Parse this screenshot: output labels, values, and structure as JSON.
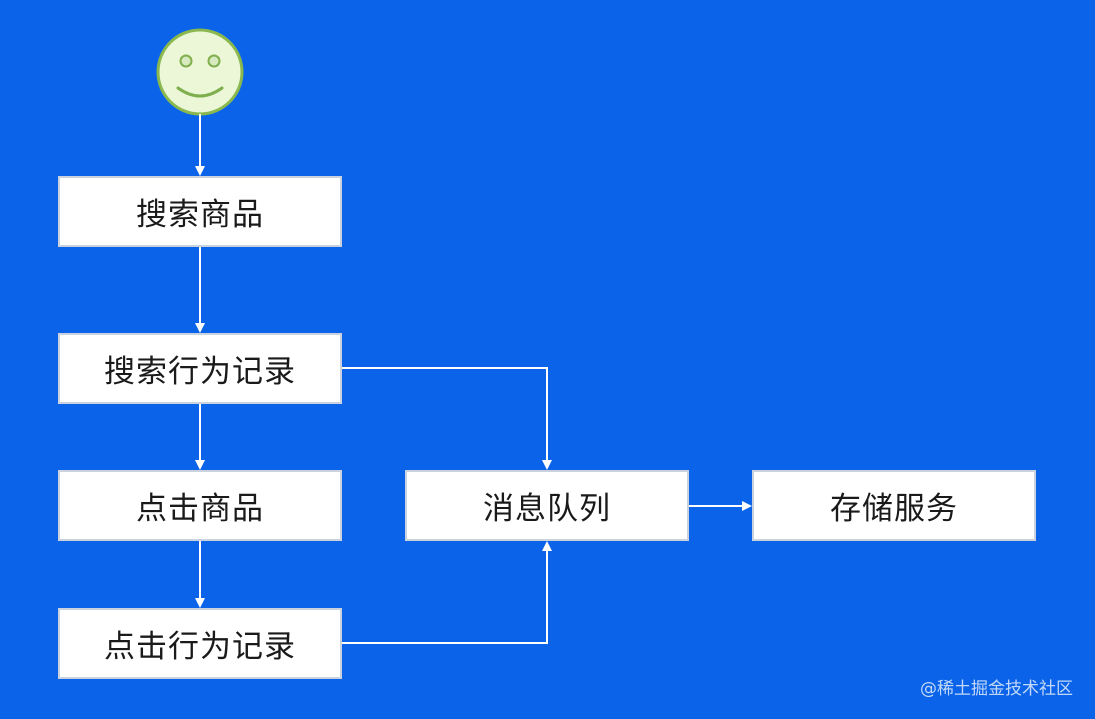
{
  "nodes": {
    "search_product": "搜索商品",
    "search_log": "搜索行为记录",
    "click_product": "点击商品",
    "click_log": "点击行为记录",
    "message_queue": "消息队列",
    "storage_service": "存储服务"
  },
  "actor": {
    "icon": "smiley-face-icon"
  },
  "watermark": "@稀土掘金技术社区",
  "colors": {
    "background": "#0a63e8",
    "node_fill": "#ffffff",
    "connector": "#ffffff",
    "smiley_fill": "#ecf7d8",
    "smiley_stroke": "#7fae4d"
  }
}
